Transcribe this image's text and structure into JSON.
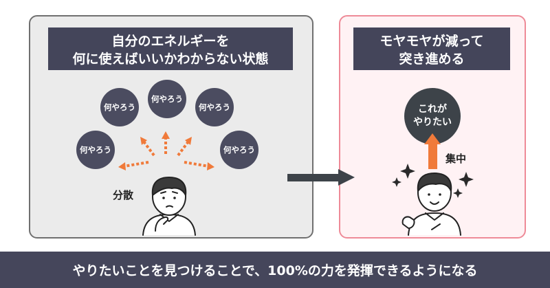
{
  "left_panel": {
    "title_lines": [
      "自分のエネルギーを",
      "何に使えばいいかわからない状態"
    ],
    "bubbles": [
      "何やろう",
      "何やろう",
      "何やろう",
      "何やろう",
      "何やろう"
    ],
    "person_label": "分散"
  },
  "right_panel": {
    "title_lines": [
      "モヤモヤが減って",
      "突き進める"
    ],
    "goal_lines": [
      "これが",
      "やりたい"
    ],
    "focus_label": "集中"
  },
  "banner": "やりたいことを見つけることで、100%の力を発揮できるようになる",
  "colors": {
    "accent_orange": "#f07a3a",
    "dark_navy": "#44455a",
    "pink_border": "#ee8a97"
  }
}
